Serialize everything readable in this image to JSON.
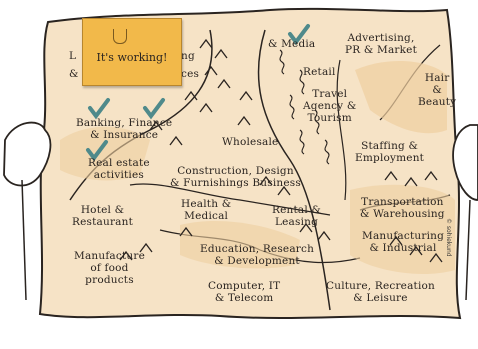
{
  "sticky_note": {
    "text": "It's working!"
  },
  "map_labels": {
    "partial_top_left": "L",
    "partial_top_left_2": "&",
    "partial_services": "ces",
    "partial_ng": "ng",
    "media": "& Media",
    "advertising": "Advertising,\nPR & Market",
    "retail": "Retail",
    "hair_beauty": "Hair\n&\nBeauty",
    "travel": "Travel\nAgency &\nTourism",
    "banking": "Banking, Finance\n& Insurance",
    "wholesale": "Wholesale",
    "staffing": "Staffing &\nEmployment",
    "real_estate": "Real estate\nactivities",
    "construction": "Construction, Design\n& Furnishings Business",
    "hotel": "Hotel &\nRestaurant",
    "health": "Health &\nMedical",
    "rental": "Rental &\nLeasing",
    "transportation": "Transportation\n& Warehousing",
    "education": "Education, Research\n& Development",
    "manufacturing_industrial": "Manufacturing\n& Industrial",
    "manufacture_food": "Manufacture\nof food\nproducts",
    "computer": "Computer, IT\n& Telecom",
    "culture": "Culture, Recreation\n& Leisure"
  },
  "credit": "© sohiekund",
  "colors": {
    "paper": "#f6e3c6",
    "ink": "#2a2420",
    "check": "#4f8a8b",
    "sticky": "#f2b94a"
  }
}
